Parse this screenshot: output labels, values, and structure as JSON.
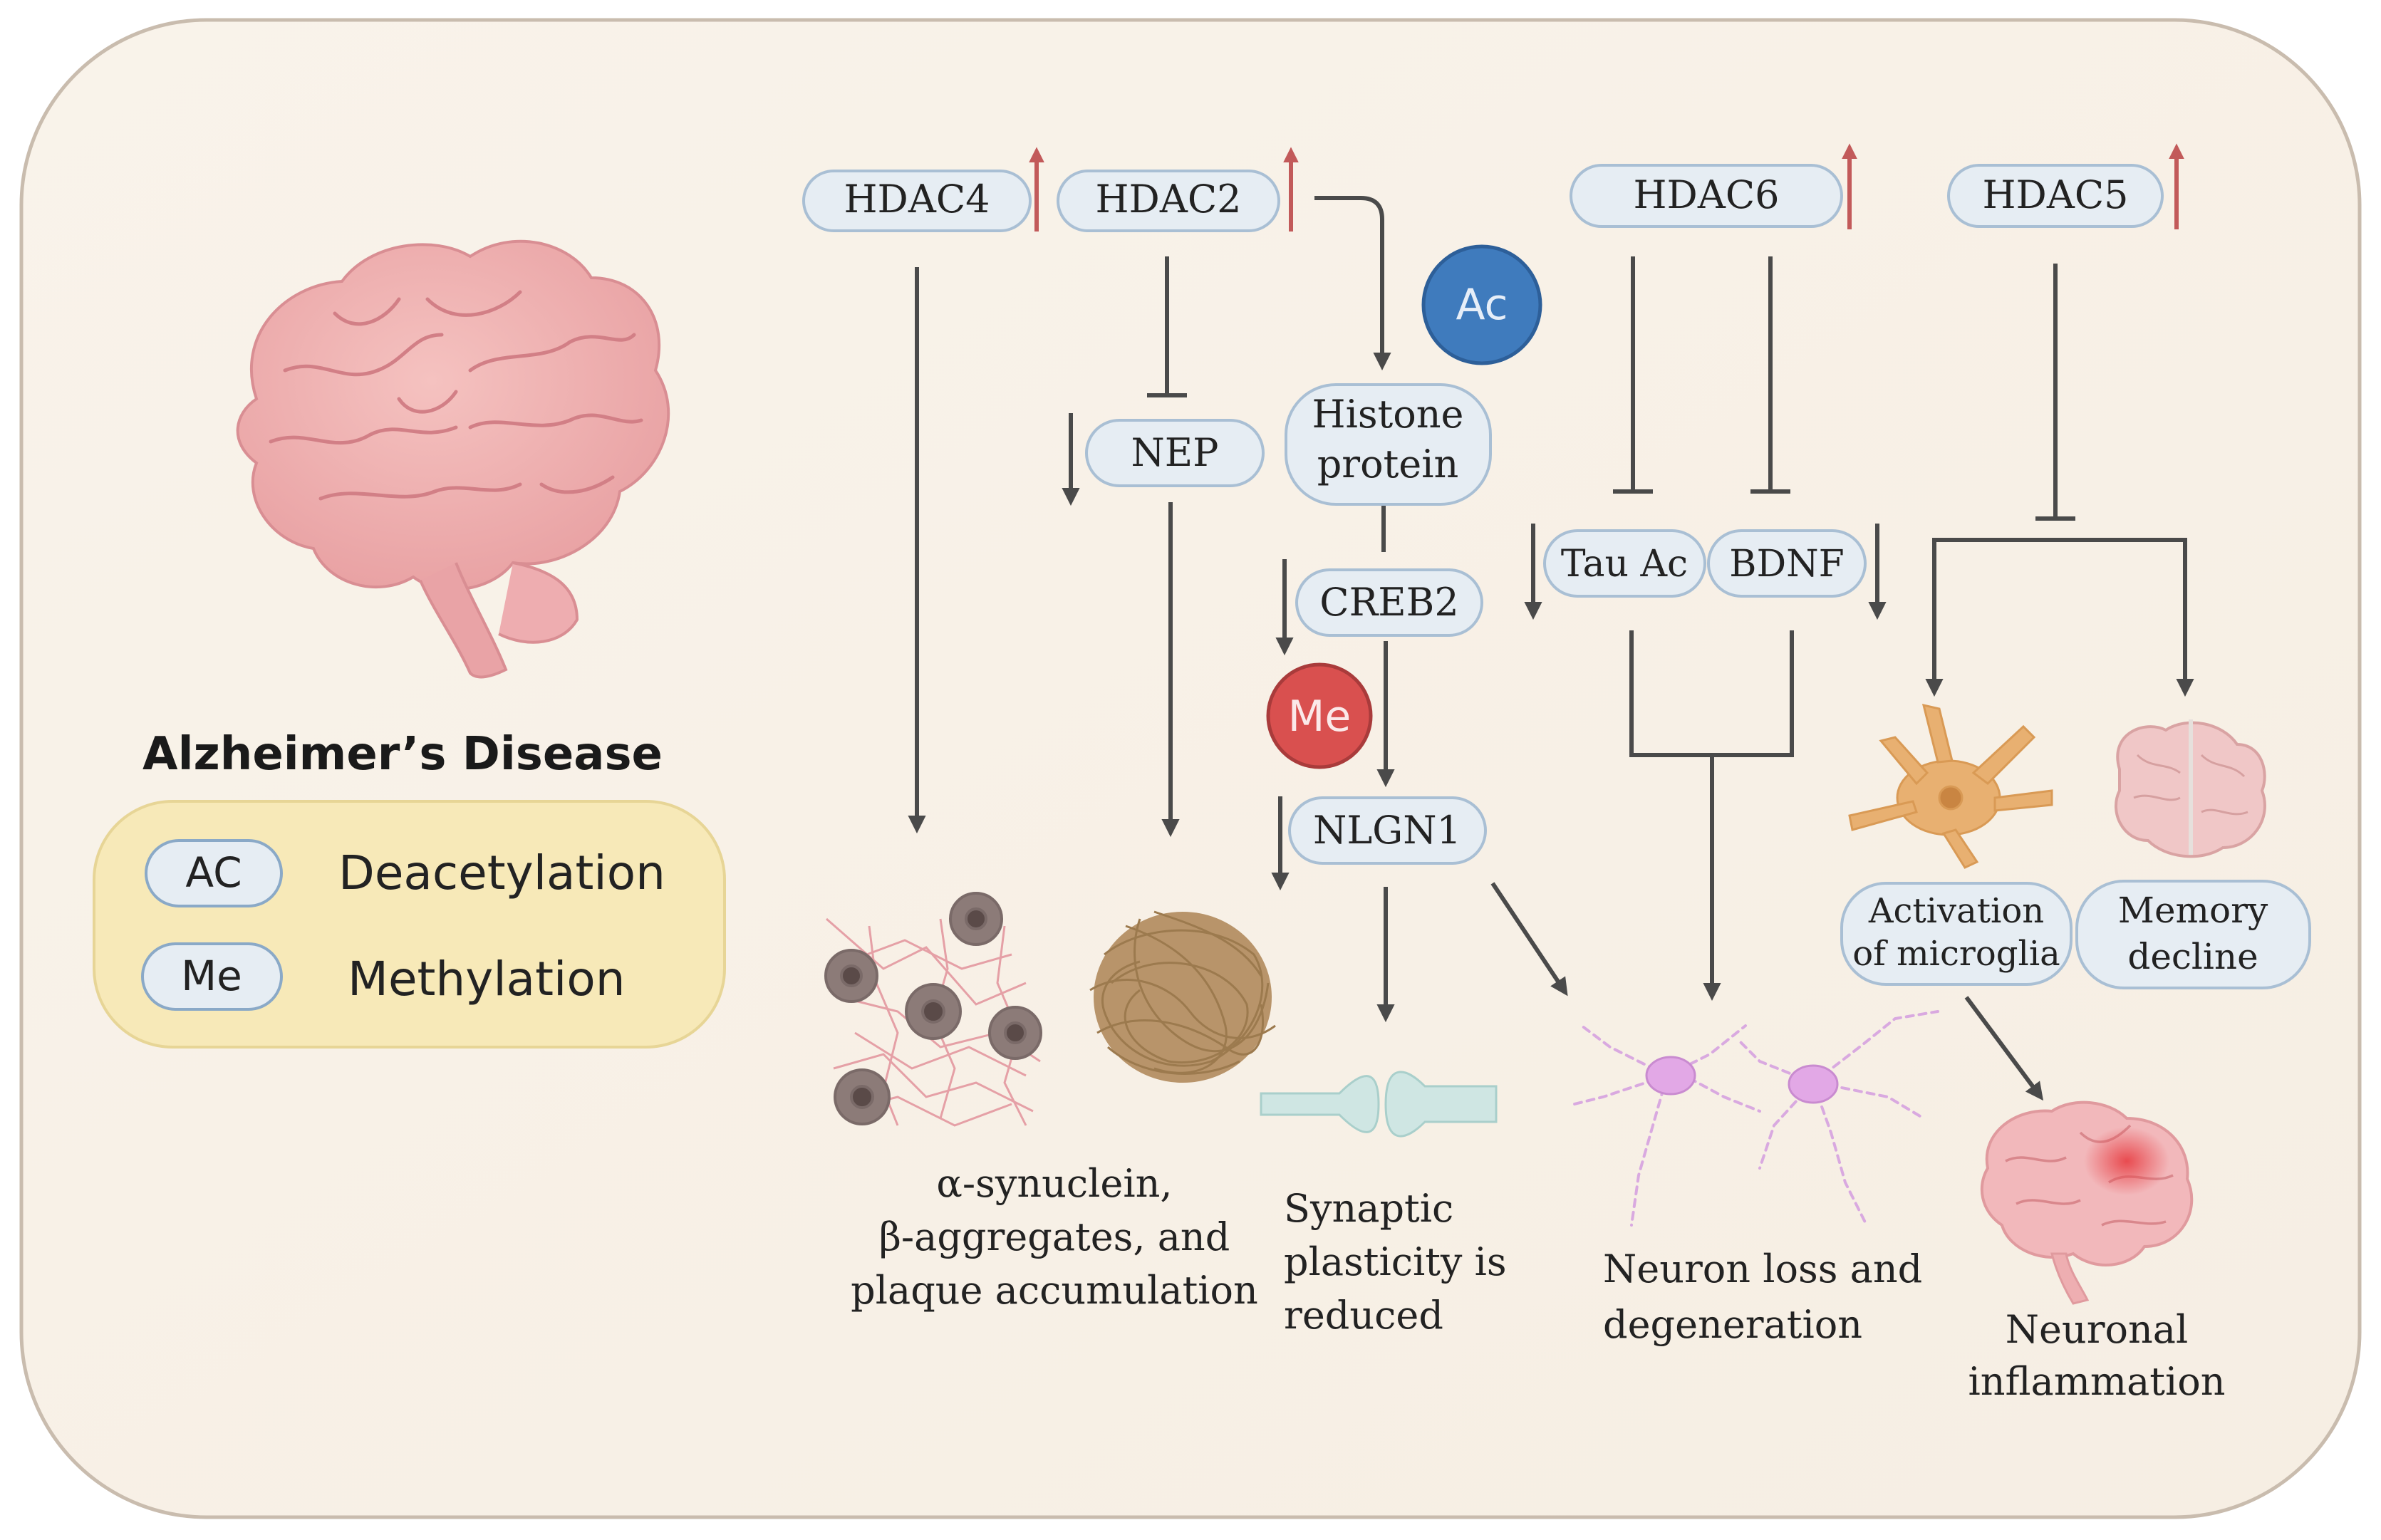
{
  "disease_title": "Alzheimer’s Disease",
  "legend": [
    {
      "abbr": "AC",
      "label": "Deacetylation"
    },
    {
      "abbr": "Me",
      "label": "Methylation"
    }
  ],
  "hdacs": {
    "hdac4": "HDAC4",
    "hdac2": "HDAC2",
    "hdac6": "HDAC6",
    "hdac5": "HDAC5"
  },
  "nodes": {
    "nep": "NEP",
    "histone_line1": "Histone",
    "histone_line2": "protein",
    "creb2": "CREB2",
    "nlgn1": "NLGN1",
    "tau_ac": "Tau Ac",
    "bdnf": "BDNF",
    "microglia_line1": "Activation",
    "microglia_line2": "of microglia",
    "memory_line1": "Memory",
    "memory_line2": "decline"
  },
  "badges": {
    "ac": "Ac",
    "me": "Me"
  },
  "outcomes": {
    "aggregates": [
      "α-synuclein,",
      "β-aggregates, and",
      "plaque accumulation"
    ],
    "synaptic": [
      "Synaptic",
      "plasticity is",
      "reduced"
    ],
    "neuron_loss": [
      "Neuron loss and",
      "degeneration"
    ],
    "inflammation": [
      "Neuronal",
      "inflammation"
    ]
  },
  "colors": {
    "background": "#f8f1e8",
    "panel_border": "#c9bcae",
    "node_fill": "#e6edf3",
    "node_stroke": "#a9bfd4",
    "up_arrow": "#c25a5a",
    "ac_badge": "#3f7bbd",
    "me_badge": "#d9504f",
    "legend_box": "#f7e9b8",
    "arrow": "#4a4a4a"
  }
}
